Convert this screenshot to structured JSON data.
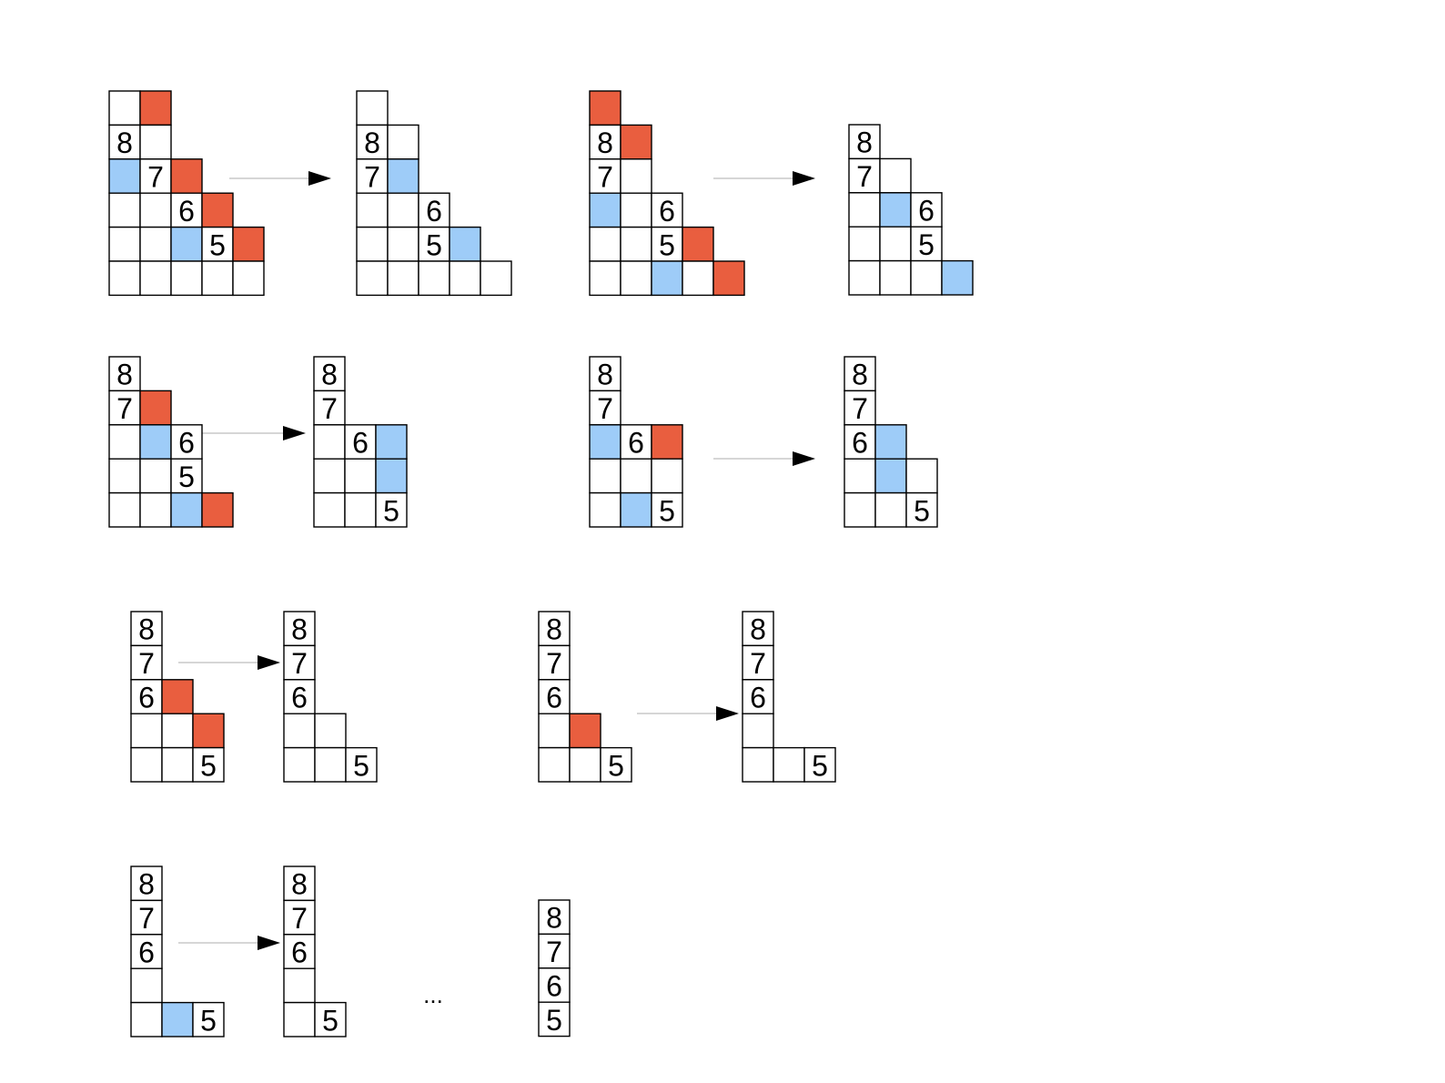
{
  "colors": {
    "red": "#E95E3F",
    "blue": "#9ECCF8",
    "empty": "#FFFFFF",
    "grid_line": "#000000",
    "arrow_line": "#C8C8C8",
    "arrow_head": "#000000"
  },
  "diagrams": [
    {
      "id": "r1-a-before",
      "rows": [
        [
          0,
          "r"
        ],
        [
          [
            0,
            "8"
          ],
          0
        ],
        [
          "b",
          [
            0,
            "7"
          ],
          "r"
        ],
        [
          0,
          0,
          [
            0,
            "6"
          ],
          "r"
        ],
        [
          0,
          0,
          "b",
          [
            0,
            "5"
          ],
          "r"
        ],
        [
          0,
          0,
          0,
          0,
          0
        ]
      ]
    },
    {
      "id": "r1-a-after",
      "rows": [
        [
          0
        ],
        [
          [
            0,
            "8"
          ],
          0
        ],
        [
          [
            0,
            "7"
          ],
          "b"
        ],
        [
          0,
          0,
          [
            0,
            "6"
          ]
        ],
        [
          0,
          0,
          [
            0,
            "5"
          ],
          "b"
        ],
        [
          0,
          0,
          0,
          0,
          0
        ]
      ]
    },
    {
      "id": "r1-b-before",
      "rows": [
        [
          "r"
        ],
        [
          [
            0,
            "8"
          ],
          "r"
        ],
        [
          [
            0,
            "7"
          ],
          0
        ],
        [
          "b",
          0,
          [
            0,
            "6"
          ]
        ],
        [
          0,
          0,
          [
            0,
            "5"
          ],
          "r"
        ],
        [
          0,
          0,
          "b",
          0,
          "r"
        ]
      ]
    },
    {
      "id": "r1-b-after",
      "rows": [
        [
          [
            0,
            "8"
          ]
        ],
        [
          [
            0,
            "7"
          ],
          0
        ],
        [
          0,
          "b",
          [
            0,
            "6"
          ]
        ],
        [
          0,
          0,
          [
            0,
            "5"
          ]
        ],
        [
          0,
          0,
          0,
          "b"
        ]
      ]
    },
    {
      "id": "r2-a-before",
      "rows": [
        [
          [
            0,
            "8"
          ]
        ],
        [
          [
            0,
            "7"
          ],
          "r"
        ],
        [
          0,
          "b",
          [
            0,
            "6"
          ]
        ],
        [
          0,
          0,
          [
            0,
            "5"
          ]
        ],
        [
          0,
          0,
          "b",
          "r"
        ]
      ]
    },
    {
      "id": "r2-a-after",
      "rows": [
        [
          [
            0,
            "8"
          ]
        ],
        [
          [
            0,
            "7"
          ]
        ],
        [
          0,
          [
            0,
            "6"
          ],
          "b"
        ],
        [
          0,
          0,
          "b"
        ],
        [
          0,
          0,
          [
            0,
            "5"
          ]
        ]
      ]
    },
    {
      "id": "r2-b-before",
      "rows": [
        [
          [
            0,
            "8"
          ]
        ],
        [
          [
            0,
            "7"
          ]
        ],
        [
          "b",
          [
            0,
            "6"
          ],
          "r"
        ],
        [
          0,
          0,
          0
        ],
        [
          0,
          "b",
          [
            0,
            "5"
          ]
        ]
      ]
    },
    {
      "id": "r2-b-after",
      "rows": [
        [
          [
            0,
            "8"
          ]
        ],
        [
          [
            0,
            "7"
          ]
        ],
        [
          [
            0,
            "6"
          ],
          "b"
        ],
        [
          0,
          "b",
          0
        ],
        [
          0,
          0,
          [
            0,
            "5"
          ]
        ]
      ]
    },
    {
      "id": "r3-a-before",
      "rows": [
        [
          [
            0,
            "8"
          ]
        ],
        [
          [
            0,
            "7"
          ]
        ],
        [
          [
            0,
            "6"
          ],
          "r"
        ],
        [
          0,
          0,
          "r"
        ],
        [
          0,
          0,
          [
            0,
            "5"
          ]
        ]
      ]
    },
    {
      "id": "r3-a-after",
      "rows": [
        [
          [
            0,
            "8"
          ]
        ],
        [
          [
            0,
            "7"
          ]
        ],
        [
          [
            0,
            "6"
          ]
        ],
        [
          0,
          0
        ],
        [
          0,
          0,
          [
            0,
            "5"
          ]
        ]
      ]
    },
    {
      "id": "r3-b-before",
      "rows": [
        [
          [
            0,
            "8"
          ]
        ],
        [
          [
            0,
            "7"
          ]
        ],
        [
          [
            0,
            "6"
          ]
        ],
        [
          0,
          "r"
        ],
        [
          0,
          0,
          [
            0,
            "5"
          ]
        ]
      ]
    },
    {
      "id": "r3-b-after",
      "rows": [
        [
          [
            0,
            "8"
          ]
        ],
        [
          [
            0,
            "7"
          ]
        ],
        [
          [
            0,
            "6"
          ]
        ],
        [
          0
        ],
        [
          0,
          0,
          [
            0,
            "5"
          ]
        ]
      ]
    },
    {
      "id": "r4-a-before",
      "rows": [
        [
          [
            0,
            "8"
          ]
        ],
        [
          [
            0,
            "7"
          ]
        ],
        [
          [
            0,
            "6"
          ]
        ],
        [
          0
        ],
        [
          0,
          "b",
          [
            0,
            "5"
          ]
        ]
      ]
    },
    {
      "id": "r4-a-after",
      "rows": [
        [
          [
            0,
            "8"
          ]
        ],
        [
          [
            0,
            "7"
          ]
        ],
        [
          [
            0,
            "6"
          ]
        ],
        [
          0
        ],
        [
          0,
          [
            0,
            "5"
          ]
        ]
      ]
    },
    {
      "id": "r4-final",
      "rows": [
        [
          [
            0,
            "8"
          ]
        ],
        [
          [
            0,
            "7"
          ]
        ],
        [
          [
            0,
            "6"
          ]
        ],
        [
          [
            0,
            "5"
          ]
        ]
      ]
    }
  ],
  "ellipsis": "..."
}
